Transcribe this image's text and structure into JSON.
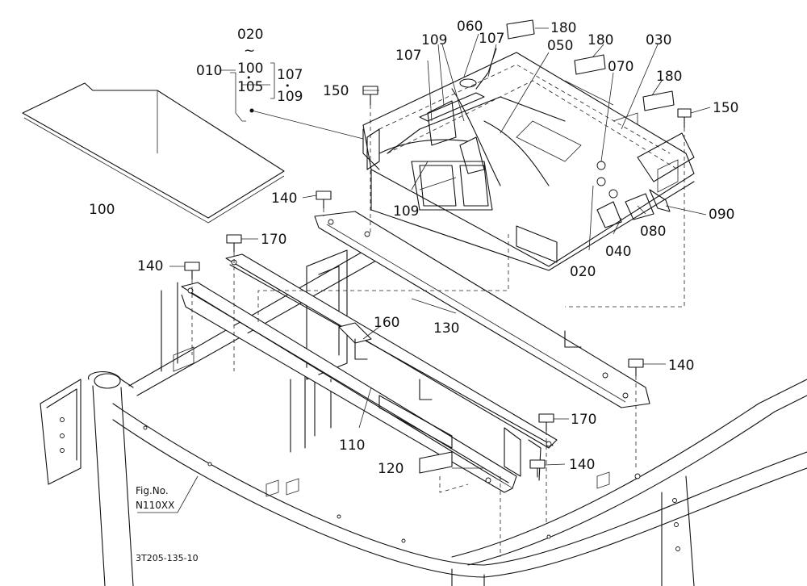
{
  "callouts": {
    "p010": "010",
    "p020": "020",
    "tilde": "~",
    "p100_top": "100",
    "dot_top": "•",
    "p105": "105",
    "p107_group": "107",
    "dot_group": "•",
    "p109_group": "109",
    "p060": "060",
    "p109_a": "109",
    "p107_a": "107",
    "p107_b": "107",
    "p050": "050",
    "p180_a": "180",
    "p180_b": "180",
    "p180_c": "180",
    "p030": "030",
    "p070": "070",
    "p150_left": "150",
    "p150_right": "150",
    "p100_sheet": "100",
    "p140_a": "140",
    "p109_b": "109",
    "p090": "090",
    "p080": "080",
    "p040": "040",
    "p020_b": "020",
    "p170_a": "170",
    "p140_b": "140",
    "p130": "130",
    "p160": "160",
    "p140_c": "140",
    "p110": "110",
    "p170_b": "170",
    "p120": "120",
    "p140_d": "140"
  },
  "figure_ref": {
    "line1": "Fig.No.",
    "line2": "N110XX"
  },
  "drawing_code": "3T205-135-10"
}
